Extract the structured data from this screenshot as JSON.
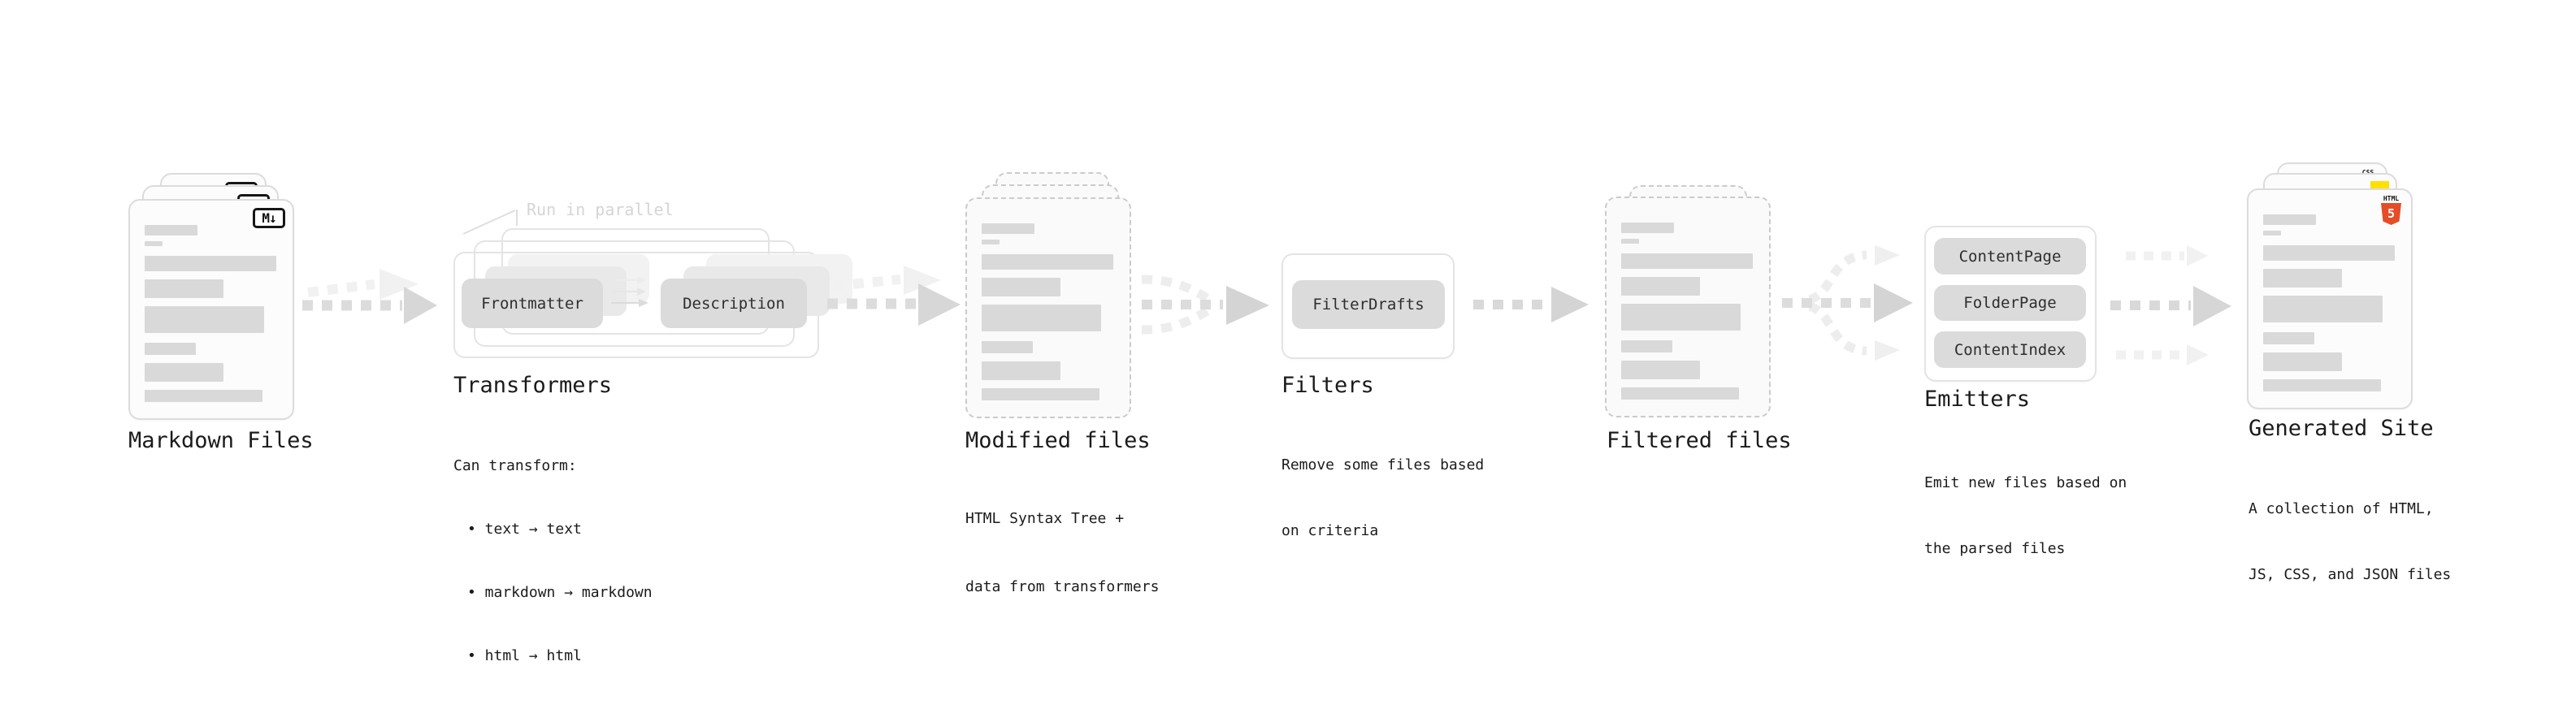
{
  "diagram": {
    "stages": {
      "markdown_files": {
        "label": "Markdown Files",
        "badge": "M↓"
      },
      "transformers": {
        "label": "Transformers",
        "note": "Run in parallel",
        "box1": "Frontmatter",
        "box2": "Description",
        "desc_heading": "Can transform:",
        "bullets": [
          "• text → text",
          "• markdown → markdown",
          "• html → html"
        ]
      },
      "modified_files": {
        "label": "Modified files",
        "desc": [
          "HTML Syntax Tree +",
          "data from transformers"
        ]
      },
      "filters": {
        "label": "Filters",
        "box": "FilterDrafts",
        "desc": [
          "Remove some files based",
          "on criteria"
        ]
      },
      "filtered_files": {
        "label": "Filtered files"
      },
      "emitters": {
        "label": "Emitters",
        "boxes": [
          "ContentPage",
          "FolderPage",
          "ContentIndex"
        ],
        "desc": [
          "Emit new files based on",
          "the parsed files"
        ]
      },
      "generated_site": {
        "label": "Generated Site",
        "desc": [
          "A collection of HTML,",
          "JS, CSS, and JSON files"
        ],
        "badges": {
          "css": "CSS",
          "html_label": "HTML",
          "html_number": "5"
        }
      }
    },
    "colors": {
      "html5_orange": "#e44d26",
      "js_yellow": "#ffe000",
      "css_blue": "#2862e9",
      "line_gray": "#d9d9d9"
    }
  }
}
